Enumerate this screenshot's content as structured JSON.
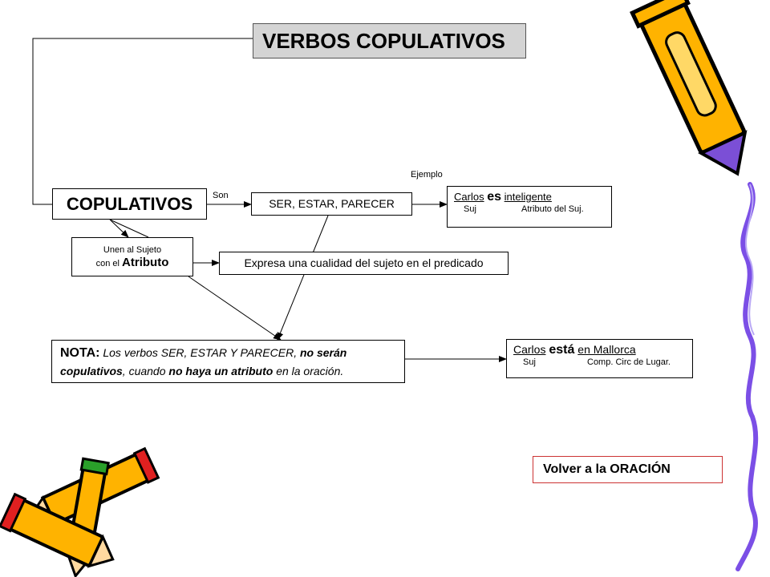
{
  "title": "VERBOS COPULATIVOS",
  "copulativos": "COPULATIVOS",
  "son": "Son",
  "ser_estar_parecer": "SER, ESTAR, PARECER",
  "ejemplo": "Ejemplo",
  "example1": {
    "subject": "Carlos",
    "verb": "es",
    "attribute": "inteligente",
    "label_suj": "Suj",
    "label_attr": "Atributo del Suj."
  },
  "unen": {
    "line1": "Unen al Sujeto",
    "line2_prefix": "con el",
    "line2_big": "Atributo"
  },
  "expresa": "Expresa una cualidad del sujeto en el predicado",
  "nota": {
    "label": "NOTA:",
    "part1": "Los verbos SER, ESTAR Y PARECER,",
    "part2": "no serán",
    "part3": "copulativos",
    "part4": ", cuando",
    "part5": "no haya un atributo",
    "part6": "en la oración."
  },
  "example2": {
    "subject": "Carlos",
    "verb": "está",
    "complement": "en Mallorca",
    "label_suj": "Suj",
    "label_comp": "Comp. Circ de Lugar."
  },
  "volver": "Volver a la ORACIÓN",
  "colors": {
    "pencil_body": "#ffb300",
    "pencil_outline": "#000000",
    "pencil_eraser": "#7b4fd6",
    "pencil_red": "#e02020",
    "pencil_green": "#2aa02a",
    "title_fill": "#d4d4d4",
    "volver_border": "#cc3333",
    "squiggle": "#7b4fe6"
  },
  "icons": [
    "pencil-icon-top-right",
    "pencils-icon-bottom-left",
    "squiggle-decoration"
  ]
}
